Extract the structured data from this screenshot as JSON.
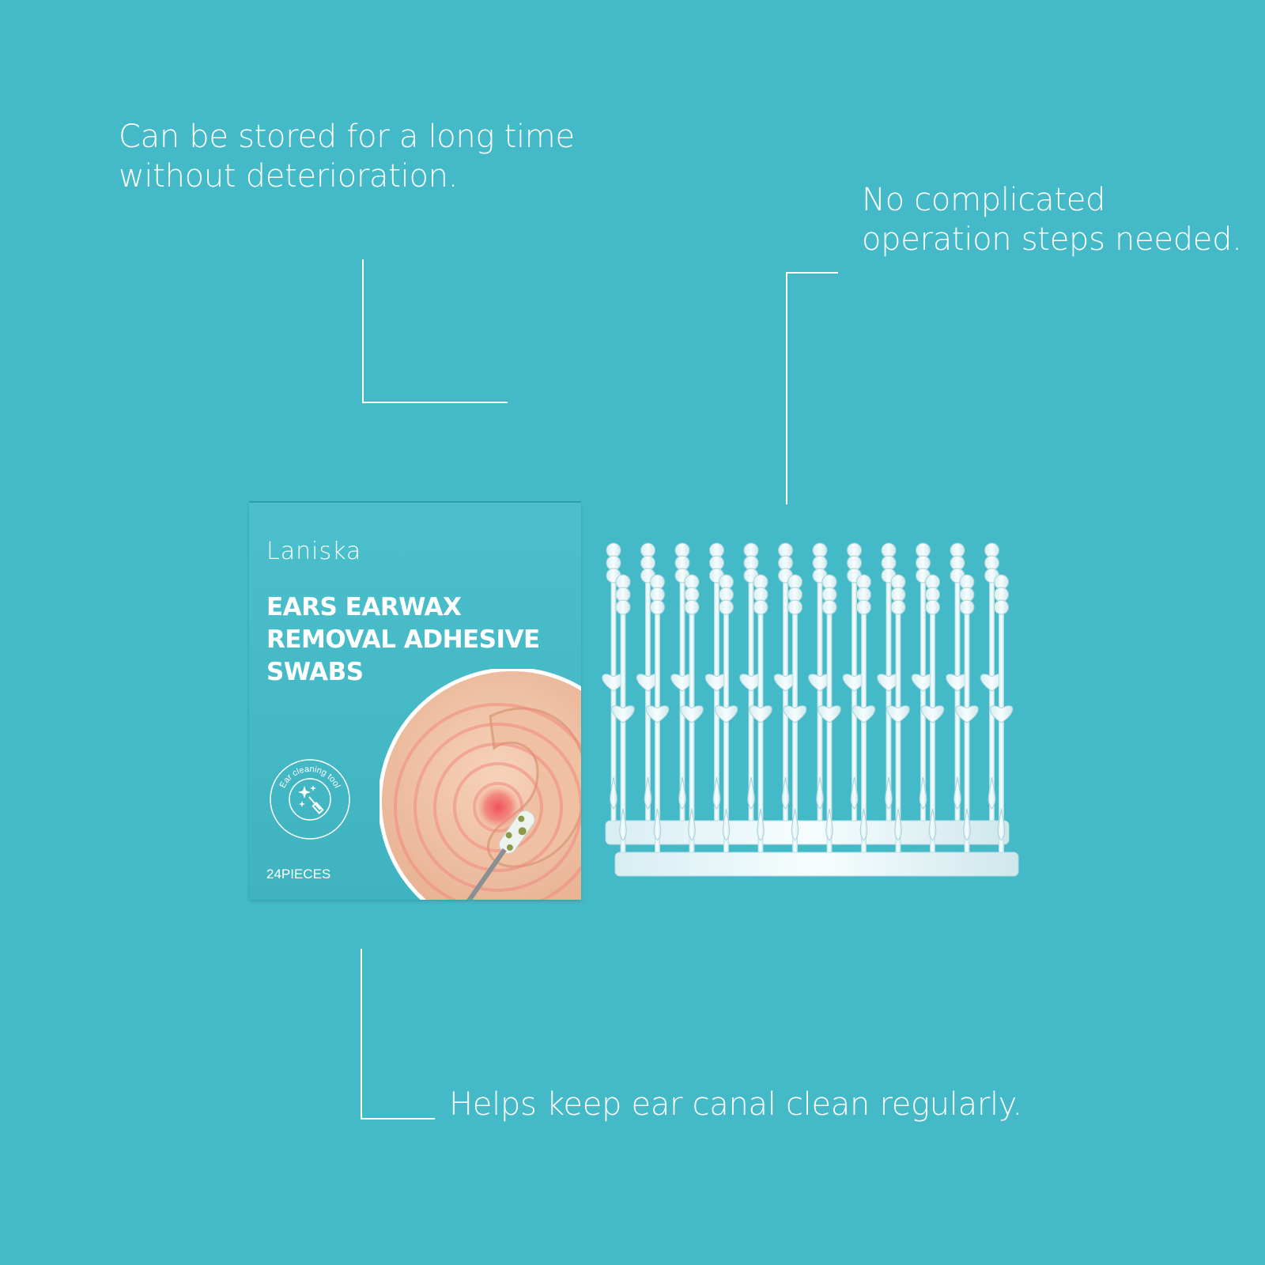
{
  "callouts": {
    "storage": "Can be stored for a long time without deterioration.",
    "easy_use": "No complicated operation steps needed.",
    "regular_clean": "Helps keep ear canal clean regularly."
  },
  "product": {
    "brand": "Laniska",
    "title": "EARS EARWAX REMOVAL ADHESIVE SWABS",
    "badge_text": "Ear cleaning tool",
    "pieces": "24PIECES",
    "swab_count_shown": 24
  },
  "colors": {
    "background": "#44bac8",
    "text": "#ffffff",
    "skin": "#f1c9ad",
    "target_red": "#f0505a"
  }
}
